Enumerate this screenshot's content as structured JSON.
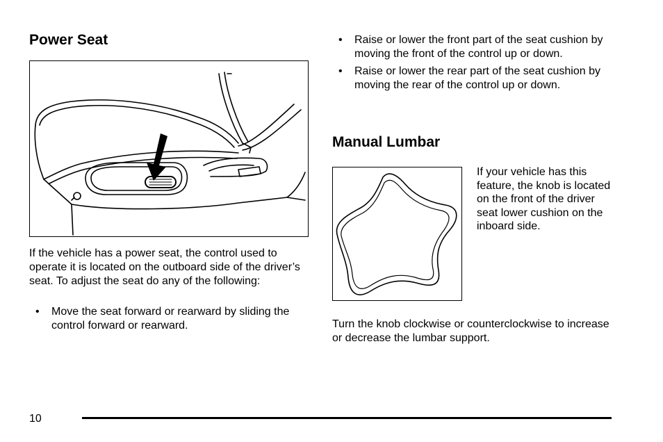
{
  "left": {
    "heading": "Power Seat",
    "intro": "If the vehicle has a power seat, the control used to operate it is located on the outboard side of the driver’s seat. To adjust the seat do any of the following:",
    "bullets": [
      "Move the seat forward or rearward by sliding the control forward or rearward."
    ]
  },
  "right": {
    "bullets": [
      "Raise or lower the front part of the seat cushion by moving the front of the control up or down.",
      "Raise or lower the rear part of the seat cushion by moving the rear of the control up or down."
    ],
    "heading": "Manual Lumbar",
    "knob_caption": "If your vehicle has this feature, the knob is located on the front of the driver seat lower cushion on the inboard side.",
    "closing": "Turn the knob clockwise or counterclockwise to increase or decrease the lumbar support."
  },
  "bullet_glyph": "•",
  "footer": {
    "page_number": "10"
  },
  "icons": {
    "seat_figure": "power-seat-control-illustration",
    "knob_figure": "lumbar-knob-illustration"
  }
}
